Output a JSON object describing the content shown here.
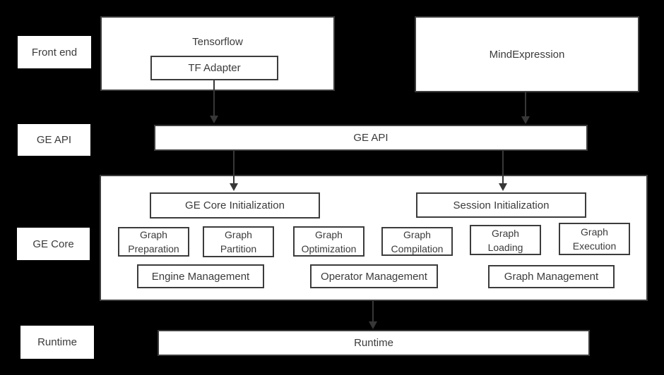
{
  "colors": {
    "background": "#000000",
    "box_fill": "#ffffff",
    "border": "#3c3c3c",
    "text": "#3b3b3b",
    "arrow": "#373737"
  },
  "row_labels": [
    {
      "label": "Front end"
    },
    {
      "label": "GE API"
    },
    {
      "label": "GE Core"
    },
    {
      "label": "Runtime"
    }
  ],
  "front_end": {
    "tensorflow_label": "Tensorflow",
    "tf_adapter_label": "TF Adapter",
    "mind_expression_label": "MindExpression"
  },
  "ge_api": {
    "label": "GE API"
  },
  "ge_core": {
    "init_boxes": [
      {
        "label": "GE Core Initialization"
      },
      {
        "label": "Session Initialization"
      }
    ],
    "stages": [
      {
        "label": "Graph Preparation"
      },
      {
        "label": "Graph Partition"
      },
      {
        "label": "Graph Optimization"
      },
      {
        "label": "Graph Compilation"
      },
      {
        "label": "Graph Loading"
      },
      {
        "label": "Graph Execution"
      }
    ],
    "management": [
      {
        "label": "Engine Management"
      },
      {
        "label": "Operator Management"
      },
      {
        "label": "Graph Management"
      }
    ]
  },
  "runtime": {
    "label": "Runtime"
  }
}
